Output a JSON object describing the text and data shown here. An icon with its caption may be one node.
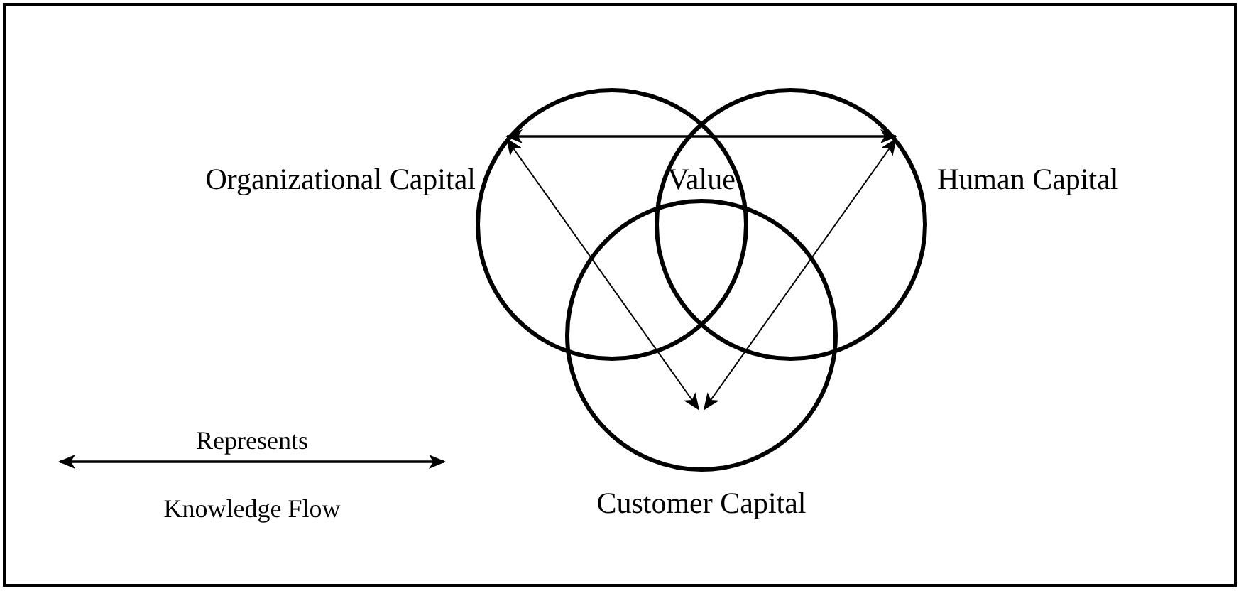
{
  "diagram": {
    "nodes": [
      {
        "text": [
          "Organizational Capital"
        ]
      },
      {
        "text": [
          "Human Capital"
        ]
      },
      {
        "text": [
          "Customer Capital"
        ]
      },
      {
        "text": [
          "Value"
        ]
      }
    ],
    "edges": [
      {
        "from": 0,
        "to": 1,
        "arrow": "both"
      },
      {
        "from": 0,
        "to": 2,
        "arrow": "both"
      },
      {
        "from": 1,
        "to": 2,
        "arrow": "both"
      }
    ],
    "legend": [
      {
        "text": "Represents Knowledge Flow"
      }
    ]
  }
}
